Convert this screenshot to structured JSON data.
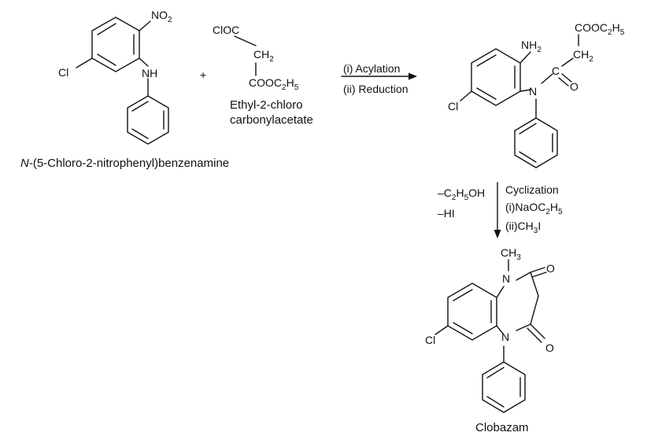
{
  "reactant1": {
    "no2": "NO",
    "no2_sub": "2",
    "cl": "Cl",
    "nh": "NH",
    "name_italic": "N",
    "name_rest": "-(5-Chloro-2-nitrophenyl)benzenamine"
  },
  "plus": "+",
  "reactant2": {
    "cloc": "ClOC",
    "ch2": "CH",
    "ch2_sub": "2",
    "cooc": "COOC",
    "cooc_sub1": "2",
    "h": "H",
    "cooc_sub2": "5",
    "name_line1": "Ethyl-2-chloro",
    "name_line2": "carbonylacetate"
  },
  "arrow1": {
    "step1": "(i) Acylation",
    "step2": "(ii) Reduction"
  },
  "intermediate": {
    "nh2": "NH",
    "nh2_sub": "2",
    "cooc": "COOC",
    "cooc_sub1": "2",
    "h": "H",
    "cooc_sub2": "5",
    "ch2": "CH",
    "ch2_sub": "2",
    "c": "C",
    "o": "O",
    "n": "N",
    "cl": "Cl"
  },
  "arrow2": {
    "left1": "–C",
    "left1_sub1": "2",
    "left1_mid": "H",
    "left1_sub2": "5",
    "left1_end": "OH",
    "left2": "–HI",
    "right1": "Cyclization",
    "right2": "(i)NaOC",
    "right2_sub1": "2",
    "right2_mid": "H",
    "right2_sub2": "5",
    "right3": "(ii)CH",
    "right3_sub": "3",
    "right3_end": "I"
  },
  "product": {
    "ch3": "CH",
    "ch3_sub": "3",
    "n_top": "N",
    "o_top": "O",
    "cl": "Cl",
    "n_bottom": "N",
    "o_bottom": "O",
    "name": "Clobazam"
  }
}
